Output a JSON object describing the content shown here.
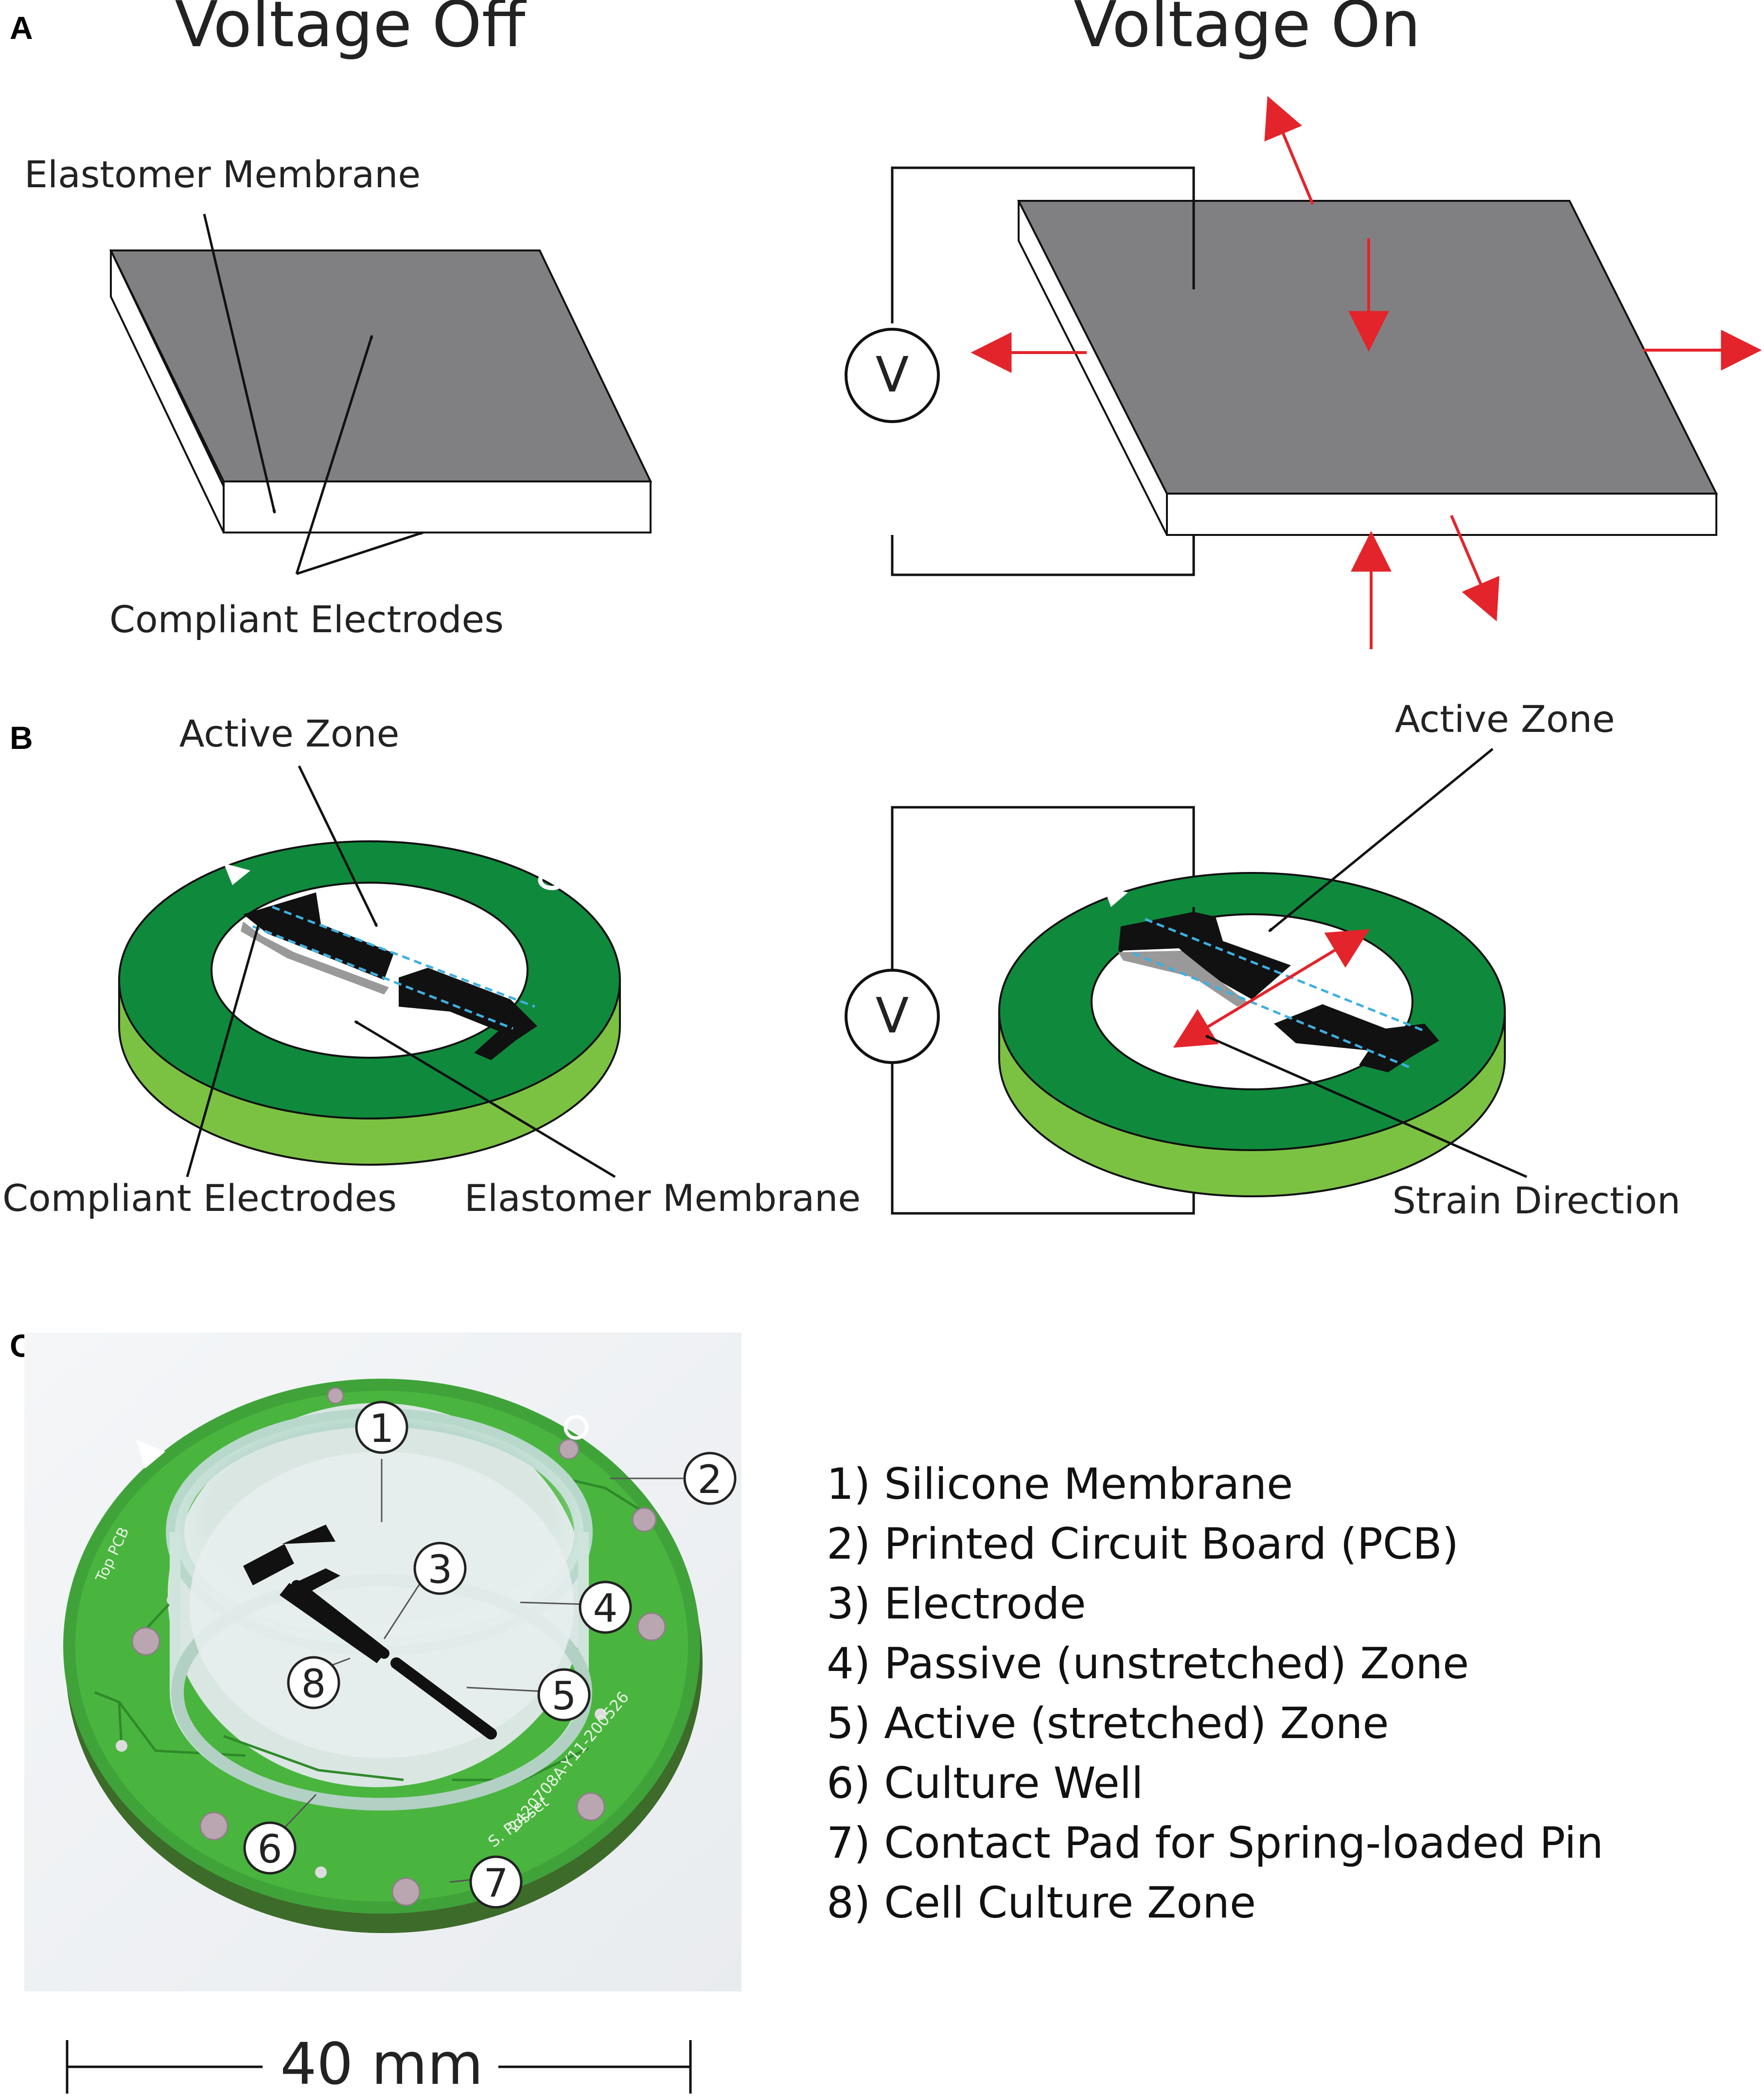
{
  "panels": {
    "a": "A",
    "b": "B",
    "c": "C"
  },
  "panel_a": {
    "title_off": "Voltage Off",
    "title_on": "Voltage On",
    "elastomer_label": "Elastomer Membrane",
    "electrodes_label": "Compliant Electrodes",
    "voltmeter": "V"
  },
  "panel_b": {
    "active_zone_left": "Active Zone",
    "active_zone_right": "Active Zone",
    "electrodes_label": "Compliant Electrodes",
    "elastomer_label": "Elastomer Membrane",
    "strain_label": "Strain Direction",
    "voltmeter": "V"
  },
  "panel_c": {
    "callouts": [
      "1",
      "2",
      "3",
      "4",
      "5",
      "6",
      "7",
      "8"
    ],
    "legend": [
      "1) Silicone Membrane",
      "2) Printed Circuit Board (PCB)",
      "3) Electrode",
      "4) Passive (unstretched) Zone",
      "5) Active (stretched) Zone",
      "6) Culture Well",
      "7) Contact Pad for Spring-loaded Pin",
      "8) Cell Culture Zone"
    ],
    "scale_label": "40 mm"
  },
  "colors": {
    "electrode_gray": "#808083",
    "pcb_green": "#0f8a3c",
    "pcb_side": "#7cc242",
    "arrow_red": "#e3242b",
    "dash_blue": "#3fb0e0"
  }
}
